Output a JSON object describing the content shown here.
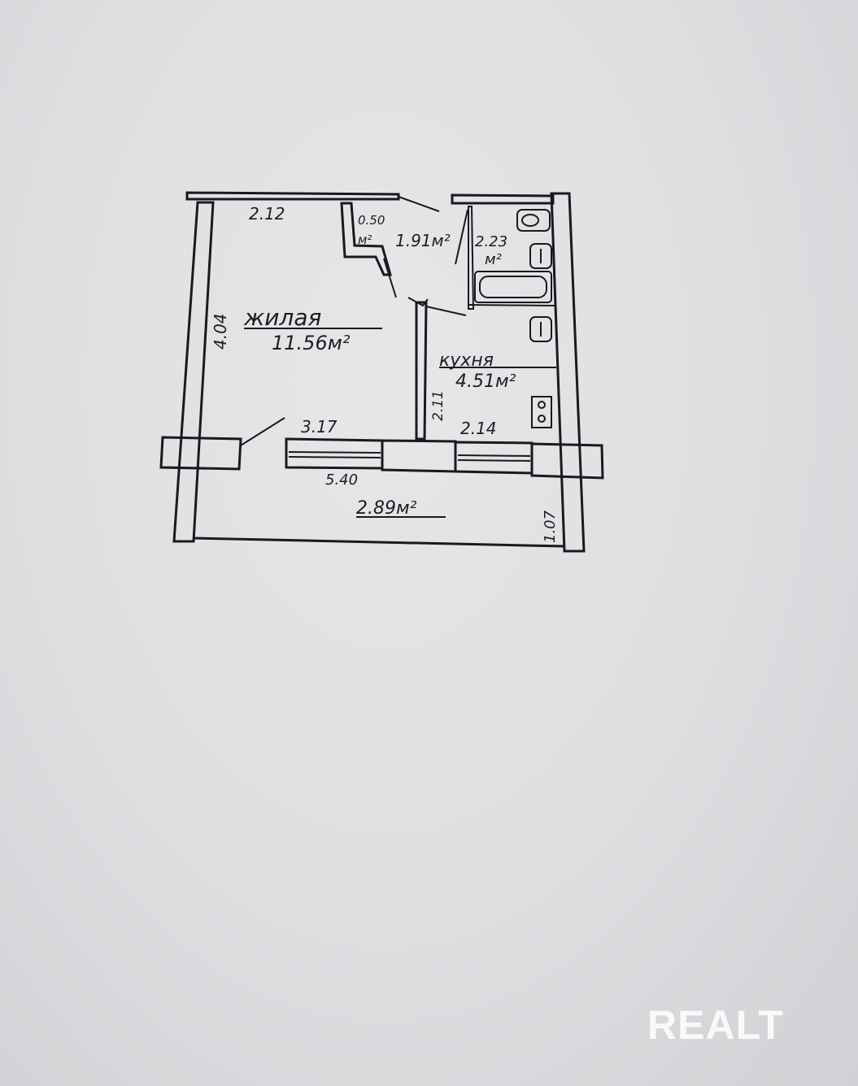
{
  "rooms": {
    "living_name": "жилая",
    "living_area": "11.56м²",
    "kitchen_name": "кухня",
    "kitchen_area": "4.51м²",
    "closet_area_num": "0.50",
    "closet_area_unit": "м²",
    "hall_area": "1.91м²",
    "bath_area_num": "2.23",
    "bath_area_unit": "м²",
    "balcony_area": "2.89м²"
  },
  "dimensions": {
    "top_left": "2.12",
    "left_height": "4.04",
    "living_width": "3.17",
    "kitchen_width": "2.14",
    "kitchen_depth": "2.11",
    "balcony_length": "5.40",
    "balcony_depth": "1.07"
  },
  "watermark": "REALT",
  "colors": {
    "paper": "#dadcde",
    "ink": "#1a1a1e"
  }
}
